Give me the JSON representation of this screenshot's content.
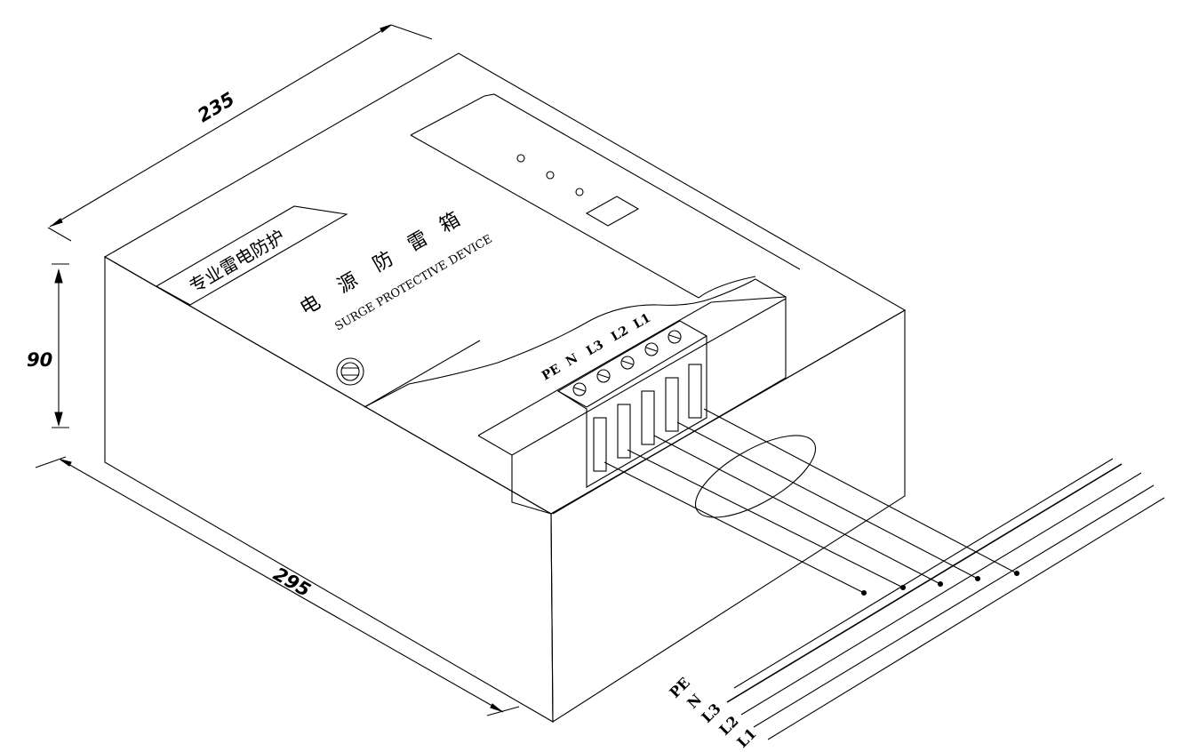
{
  "dimensions": {
    "depth_label": "235",
    "width_label": "295",
    "height_label": "90"
  },
  "box_labels": {
    "badge_text": "专业雷电防护",
    "title_chars": [
      "电",
      "源",
      "防",
      "雷",
      "箱"
    ],
    "subtitle": "SURGE PROTECTIVE DEVICE"
  },
  "terminal_labels": [
    "PE",
    "N",
    "L3",
    "L2",
    "L1"
  ],
  "wire_labels": [
    "PE",
    "N",
    "L3",
    "L2",
    "L1"
  ]
}
